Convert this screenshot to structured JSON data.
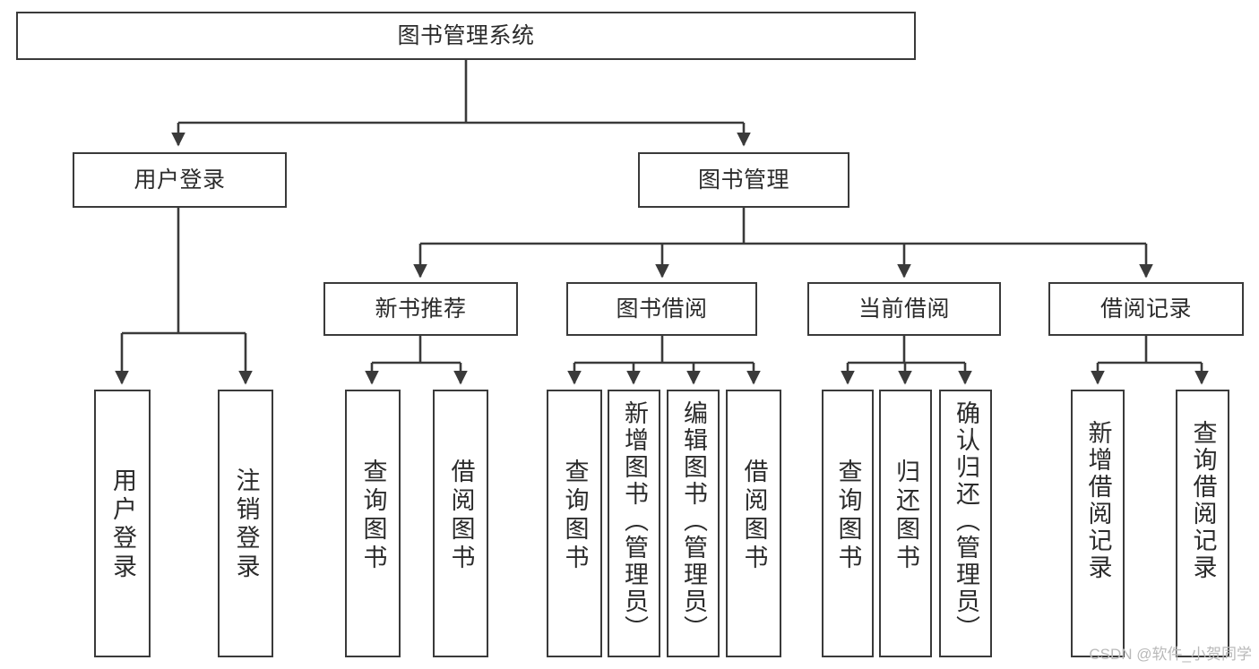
{
  "diagram": {
    "type": "tree-hierarchy",
    "title": "图书管理系统",
    "watermark": "CSDN @软件_小贺同学",
    "colors": {
      "box_border": "#3a3a3a",
      "box_fill": "#ffffff",
      "text": "#2b2b2b",
      "connector": "#3a3a3a",
      "watermark": "#b9b9b9",
      "background": "#ffffff"
    },
    "nodes": {
      "root": {
        "label": "图书管理系统"
      },
      "level2": [
        {
          "id": "user-login",
          "label": "用户登录"
        },
        {
          "id": "book-manage",
          "label": "图书管理"
        }
      ],
      "level3": [
        {
          "id": "new-book-recommend",
          "label": "新书推荐"
        },
        {
          "id": "book-borrow",
          "label": "图书借阅"
        },
        {
          "id": "current-borrow",
          "label": "当前借阅"
        },
        {
          "id": "borrow-record",
          "label": "借阅记录"
        }
      ],
      "leaves": {
        "user_login": [
          {
            "id": "leaf-user-login",
            "label": "用户登录"
          },
          {
            "id": "leaf-logout-login",
            "label": "注销登录"
          }
        ],
        "new_book_recommend": [
          {
            "id": "leaf-query-book-1",
            "label": "查询图书"
          },
          {
            "id": "leaf-borrow-book-1",
            "label": "借阅图书"
          }
        ],
        "book_borrow": [
          {
            "id": "leaf-query-book-2",
            "label": "查询图书"
          },
          {
            "id": "leaf-add-book",
            "label": "新增图书（管理员）"
          },
          {
            "id": "leaf-edit-book",
            "label": "编辑图书（管理员）"
          },
          {
            "id": "leaf-borrow-book-2",
            "label": "借阅图书"
          }
        ],
        "current_borrow": [
          {
            "id": "leaf-query-book-3",
            "label": "查询图书"
          },
          {
            "id": "leaf-return-book",
            "label": "归还图书"
          },
          {
            "id": "leaf-confirm-return",
            "label": "确认归还（管理员）"
          }
        ],
        "borrow_record": [
          {
            "id": "leaf-add-record",
            "label": "新增借阅记录"
          },
          {
            "id": "leaf-query-record",
            "label": "查询借阅记录"
          }
        ]
      }
    }
  }
}
